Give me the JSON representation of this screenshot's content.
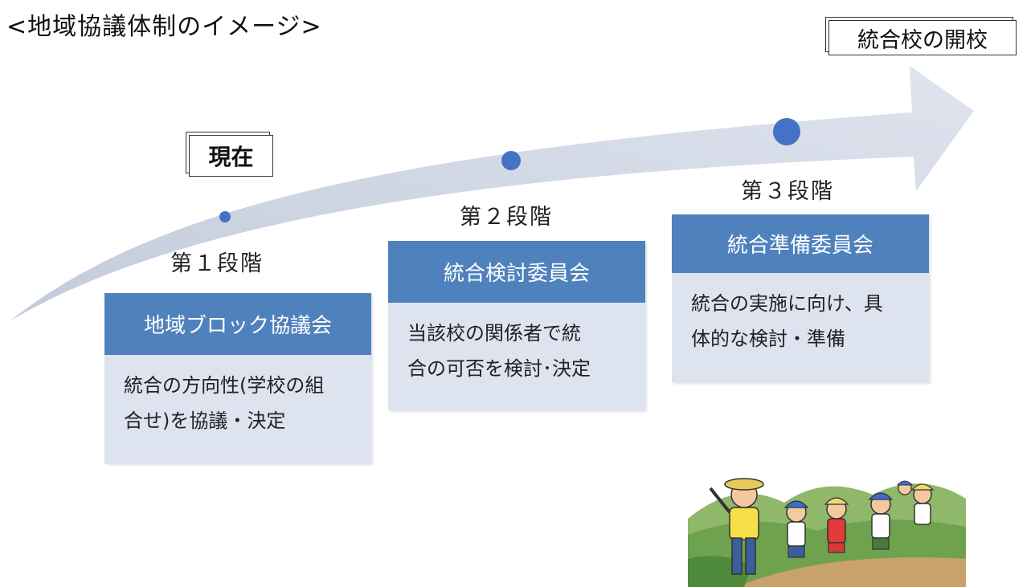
{
  "title": "<地域協議体制のイメージ>",
  "goal_label": "統合校の開校",
  "current_label": "現在",
  "stages": [
    {
      "stage_label": "第１段階",
      "committee": "地域ブロック協議会",
      "description_lines": [
        "統合の方向性(学校の組",
        "合せ)を協議・決定"
      ]
    },
    {
      "stage_label": "第２段階",
      "committee": "統合検討委員会",
      "description_lines": [
        "当該校の関係者で統",
        "合の可否を検討･決定"
      ]
    },
    {
      "stage_label": "第３段階",
      "committee": "統合準備委員会",
      "description_lines": [
        "統合の実施に向け、具",
        "体的な検討・準備"
      ]
    }
  ],
  "colors": {
    "arrow_fill": "#d5dbe7",
    "card_header": "#4f81bd",
    "card_body": "#dde3ef",
    "milestone_dot": "#4472c4"
  },
  "icons": [
    "curved-arrow",
    "milestone-dot",
    "hiking-children-illustration"
  ]
}
